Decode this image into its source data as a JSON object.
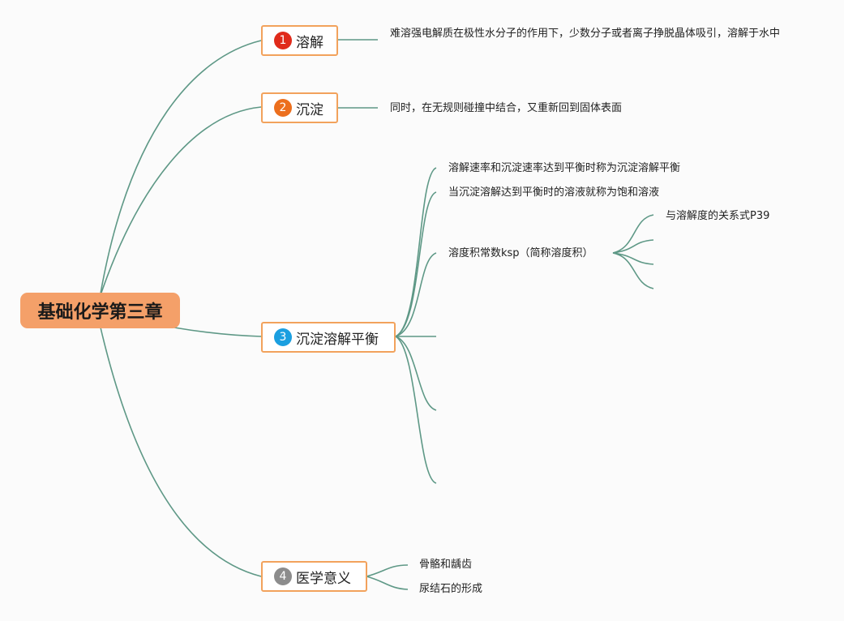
{
  "root": {
    "label": "基础化学第三章"
  },
  "topics": [
    {
      "num": "1",
      "label": "溶解",
      "color": "#e02b1b"
    },
    {
      "num": "2",
      "label": "沉淀",
      "color": "#ec6f1e"
    },
    {
      "num": "3",
      "label": "沉淀溶解平衡",
      "color": "#1b9fe0"
    },
    {
      "num": "4",
      "label": "医学意义",
      "color": "#8c8c8c"
    }
  ],
  "details": {
    "dissolve": "难溶强电解质在极性水分子的作用下，少数分子或者离子挣脱晶体吸引，溶解于水中",
    "precipitate": "同时，在无规则碰撞中结合，又重新回到固体表面",
    "equilibrium": [
      "溶解速率和沉淀速率达到平衡时称为沉淀溶解平衡",
      "当沉淀溶解达到平衡时的溶液就称为饱和溶液",
      "溶度积常数ksp（简称溶度积）"
    ],
    "ksp_children": [
      "与溶解度的关系式P39"
    ],
    "medical": [
      "骨骼和龋齿",
      "尿结石的形成"
    ]
  }
}
